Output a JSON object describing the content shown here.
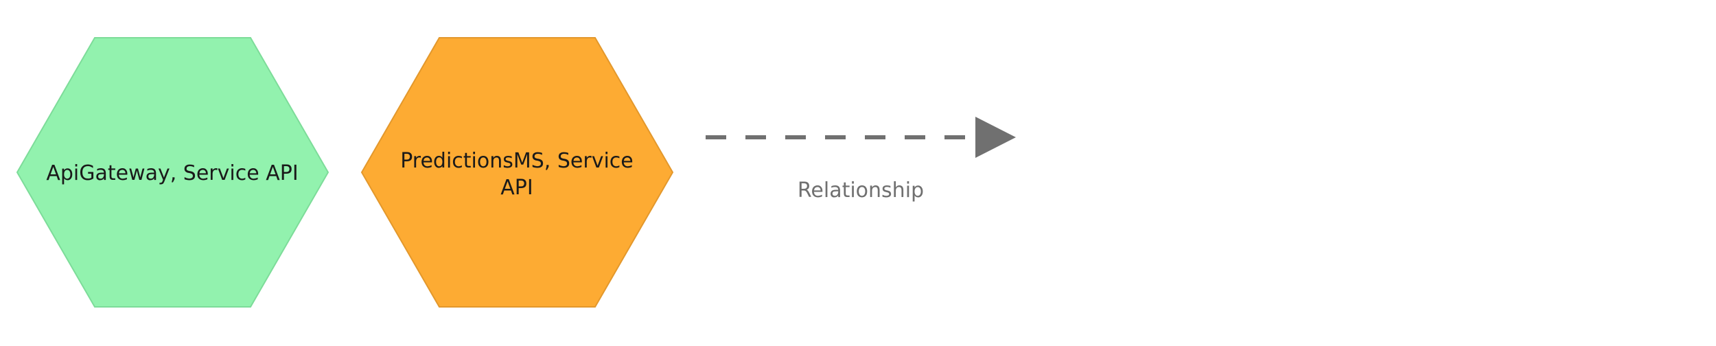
{
  "elements": [
    {
      "id": "api-gateway",
      "label_lines": [
        "ApiGateway, Service API"
      ],
      "fill": "#92f2ae",
      "stroke": "#7ddc99"
    },
    {
      "id": "predictions-ms",
      "label_lines": [
        "PredictionsMS, Service",
        "API"
      ],
      "fill": "#fdab33",
      "stroke": "#e3982c"
    }
  ],
  "legend": {
    "relationship_label": "Relationship",
    "line_color": "#707070",
    "text_color": "#707070"
  },
  "colors": {
    "text": "#1a1a1a",
    "background": "#ffffff"
  }
}
